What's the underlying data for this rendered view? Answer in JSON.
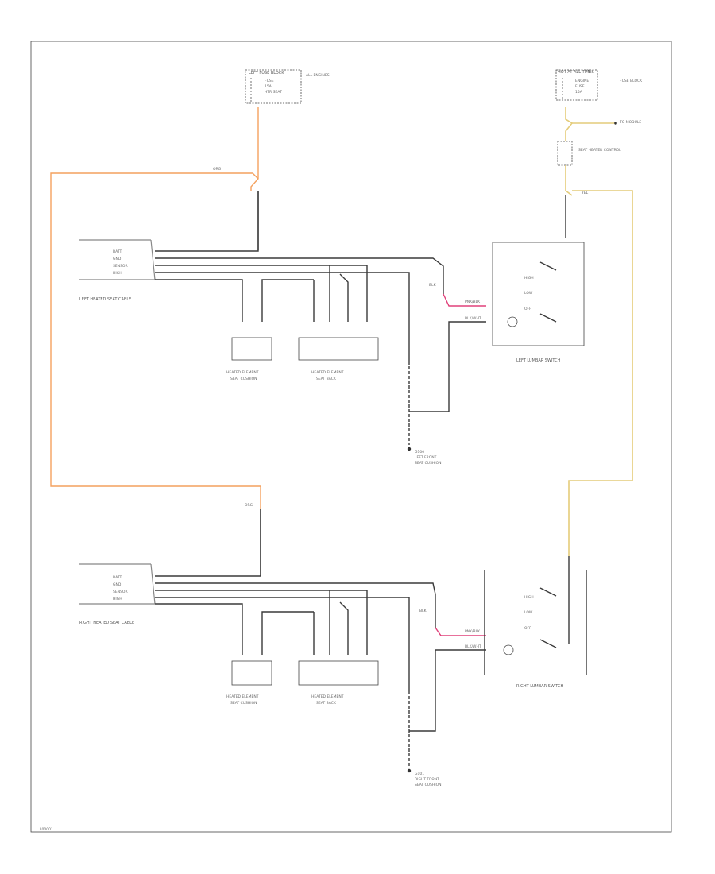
{
  "diagram": {
    "page_id": "L00001",
    "wire_colors": {
      "orange": "#f4a15f",
      "yellow": "#e4cc7a",
      "pink": "#e0407a",
      "black": "#3a3a3a"
    },
    "components": {
      "fuse_block": {
        "title": "LEFT FUSE BLOCK",
        "lines": [
          "FUSE",
          "15A",
          "HTR SEAT"
        ],
        "side": "ALL ENGINES"
      },
      "hot_box": {
        "title": "HOT AT ALL TIMES",
        "lines": [
          "ENGINE",
          "FUSE",
          "15A"
        ],
        "side": "FUSE BLOCK"
      },
      "to_module": "TO MODULE",
      "mid_connector": "SEAT HEATER CONTROL",
      "left_cable": {
        "title": "LEFT HEATED SEAT CABLE",
        "pins": [
          "BATT",
          "GND",
          "SENSOR",
          "HIGH"
        ]
      },
      "right_cable": {
        "title": "RIGHT HEATED SEAT CABLE",
        "pins": [
          "BATT",
          "GND",
          "SENSOR",
          "HIGH"
        ]
      },
      "left_elem_a": [
        "HEATED ELEMENT",
        "SEAT CUSHION"
      ],
      "left_elem_b": [
        "HEATED ELEMENT",
        "SEAT BACK"
      ],
      "right_elem_a": [
        "HEATED ELEMENT",
        "SEAT CUSHION"
      ],
      "right_elem_b": [
        "HEATED ELEMENT",
        "SEAT BACK"
      ],
      "left_switch": "LEFT LUMBAR SWITCH",
      "right_switch": "RIGHT LUMBAR SWITCH",
      "left_ground": [
        "G100",
        "LEFT FRONT",
        "SEAT CUSHION"
      ],
      "right_ground": [
        "G101",
        "RIGHT FRONT",
        "SEAT CUSHION"
      ],
      "switch_pins": [
        "HIGH",
        "LOW",
        "OFF"
      ],
      "wire_labels": {
        "orange_top": "ORG",
        "orange_mid": "ORG",
        "pink": "PNK/BLK",
        "blk": "BLK",
        "yellow": "YEL",
        "blk2": "BLK/WHT"
      }
    }
  }
}
